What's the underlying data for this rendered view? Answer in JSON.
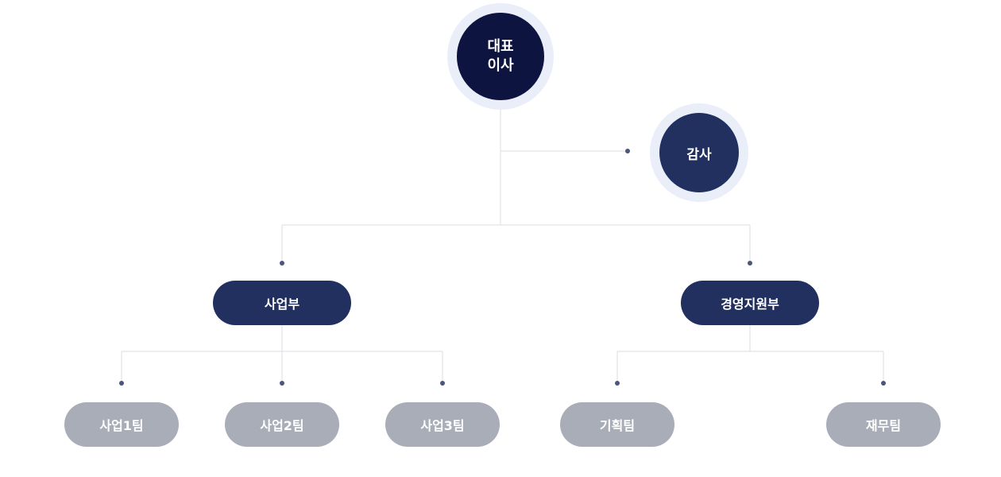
{
  "org_chart": {
    "ceo": {
      "label": "대표\n이사"
    },
    "audit": {
      "label": "감사"
    },
    "departments": [
      {
        "label": "사업부",
        "teams": [
          "사업1팀",
          "사업2팀",
          "사업3팀"
        ]
      },
      {
        "label": "경영지원부",
        "teams": [
          "기획팀",
          "재무팀"
        ]
      }
    ]
  },
  "colors": {
    "ceo": "#0d1440",
    "primary_node": "#223060",
    "team_node": "#a9adb8",
    "halo": "#eaeef8",
    "connector": "#d9dce3",
    "dot": "#4a567a"
  }
}
